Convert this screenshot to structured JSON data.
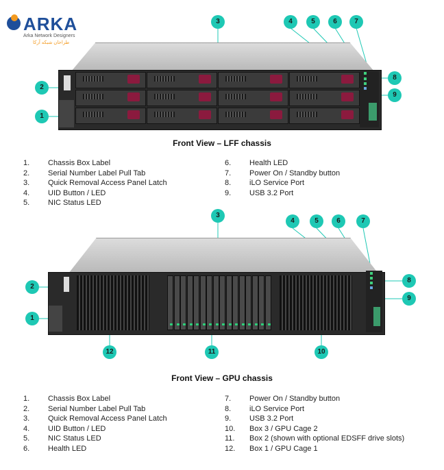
{
  "logo": {
    "name": "ARKA",
    "sub": "Arka Network Designers",
    "sub_fa": "طراحان شبکه آرکا"
  },
  "lff": {
    "caption": "Front View – LFF chassis",
    "callouts": [
      "1",
      "2",
      "3",
      "4",
      "5",
      "6",
      "7",
      "8",
      "9"
    ],
    "list_left": [
      {
        "num": "1.",
        "text": "Chassis Box Label"
      },
      {
        "num": "2.",
        "text": "Serial Number Label Pull Tab"
      },
      {
        "num": "3.",
        "text": "Quick Removal Access Panel Latch"
      },
      {
        "num": "4.",
        "text": "UID Button / LED"
      },
      {
        "num": "5.",
        "text": "NIC Status LED"
      }
    ],
    "list_right": [
      {
        "num": "6.",
        "text": "Health LED"
      },
      {
        "num": "7.",
        "text": "Power On / Standby button"
      },
      {
        "num": "8.",
        "text": "iLO Service Port"
      },
      {
        "num": "9.",
        "text": "USB 3.2 Port"
      }
    ]
  },
  "gpu": {
    "caption": "Front View – GPU chassis",
    "callouts": [
      "1",
      "2",
      "3",
      "4",
      "5",
      "6",
      "7",
      "8",
      "9",
      "10",
      "11",
      "12"
    ],
    "list_left": [
      {
        "num": "1.",
        "text": "Chassis Box Label"
      },
      {
        "num": "2.",
        "text": "Serial Number Label Pull Tab"
      },
      {
        "num": "3.",
        "text": "Quick Removal Access Panel Latch"
      },
      {
        "num": "4.",
        "text": "UID Button / LED"
      },
      {
        "num": "5.",
        "text": "NIC Status LED"
      },
      {
        "num": "6.",
        "text": "Health LED"
      }
    ],
    "list_right": [
      {
        "num": "7.",
        "text": "Power On / Standby button"
      },
      {
        "num": "8.",
        "text": "iLO Service Port"
      },
      {
        "num": "9.",
        "text": "USB 3.2 Port"
      },
      {
        "num": "10.",
        "text": "Box 3 / GPU Cage 2"
      },
      {
        "num": "11.",
        "text": "Box 2 (shown with optional EDSFF drive slots)"
      },
      {
        "num": "12.",
        "text": "Box 1 / GPU Cage 1"
      }
    ]
  }
}
